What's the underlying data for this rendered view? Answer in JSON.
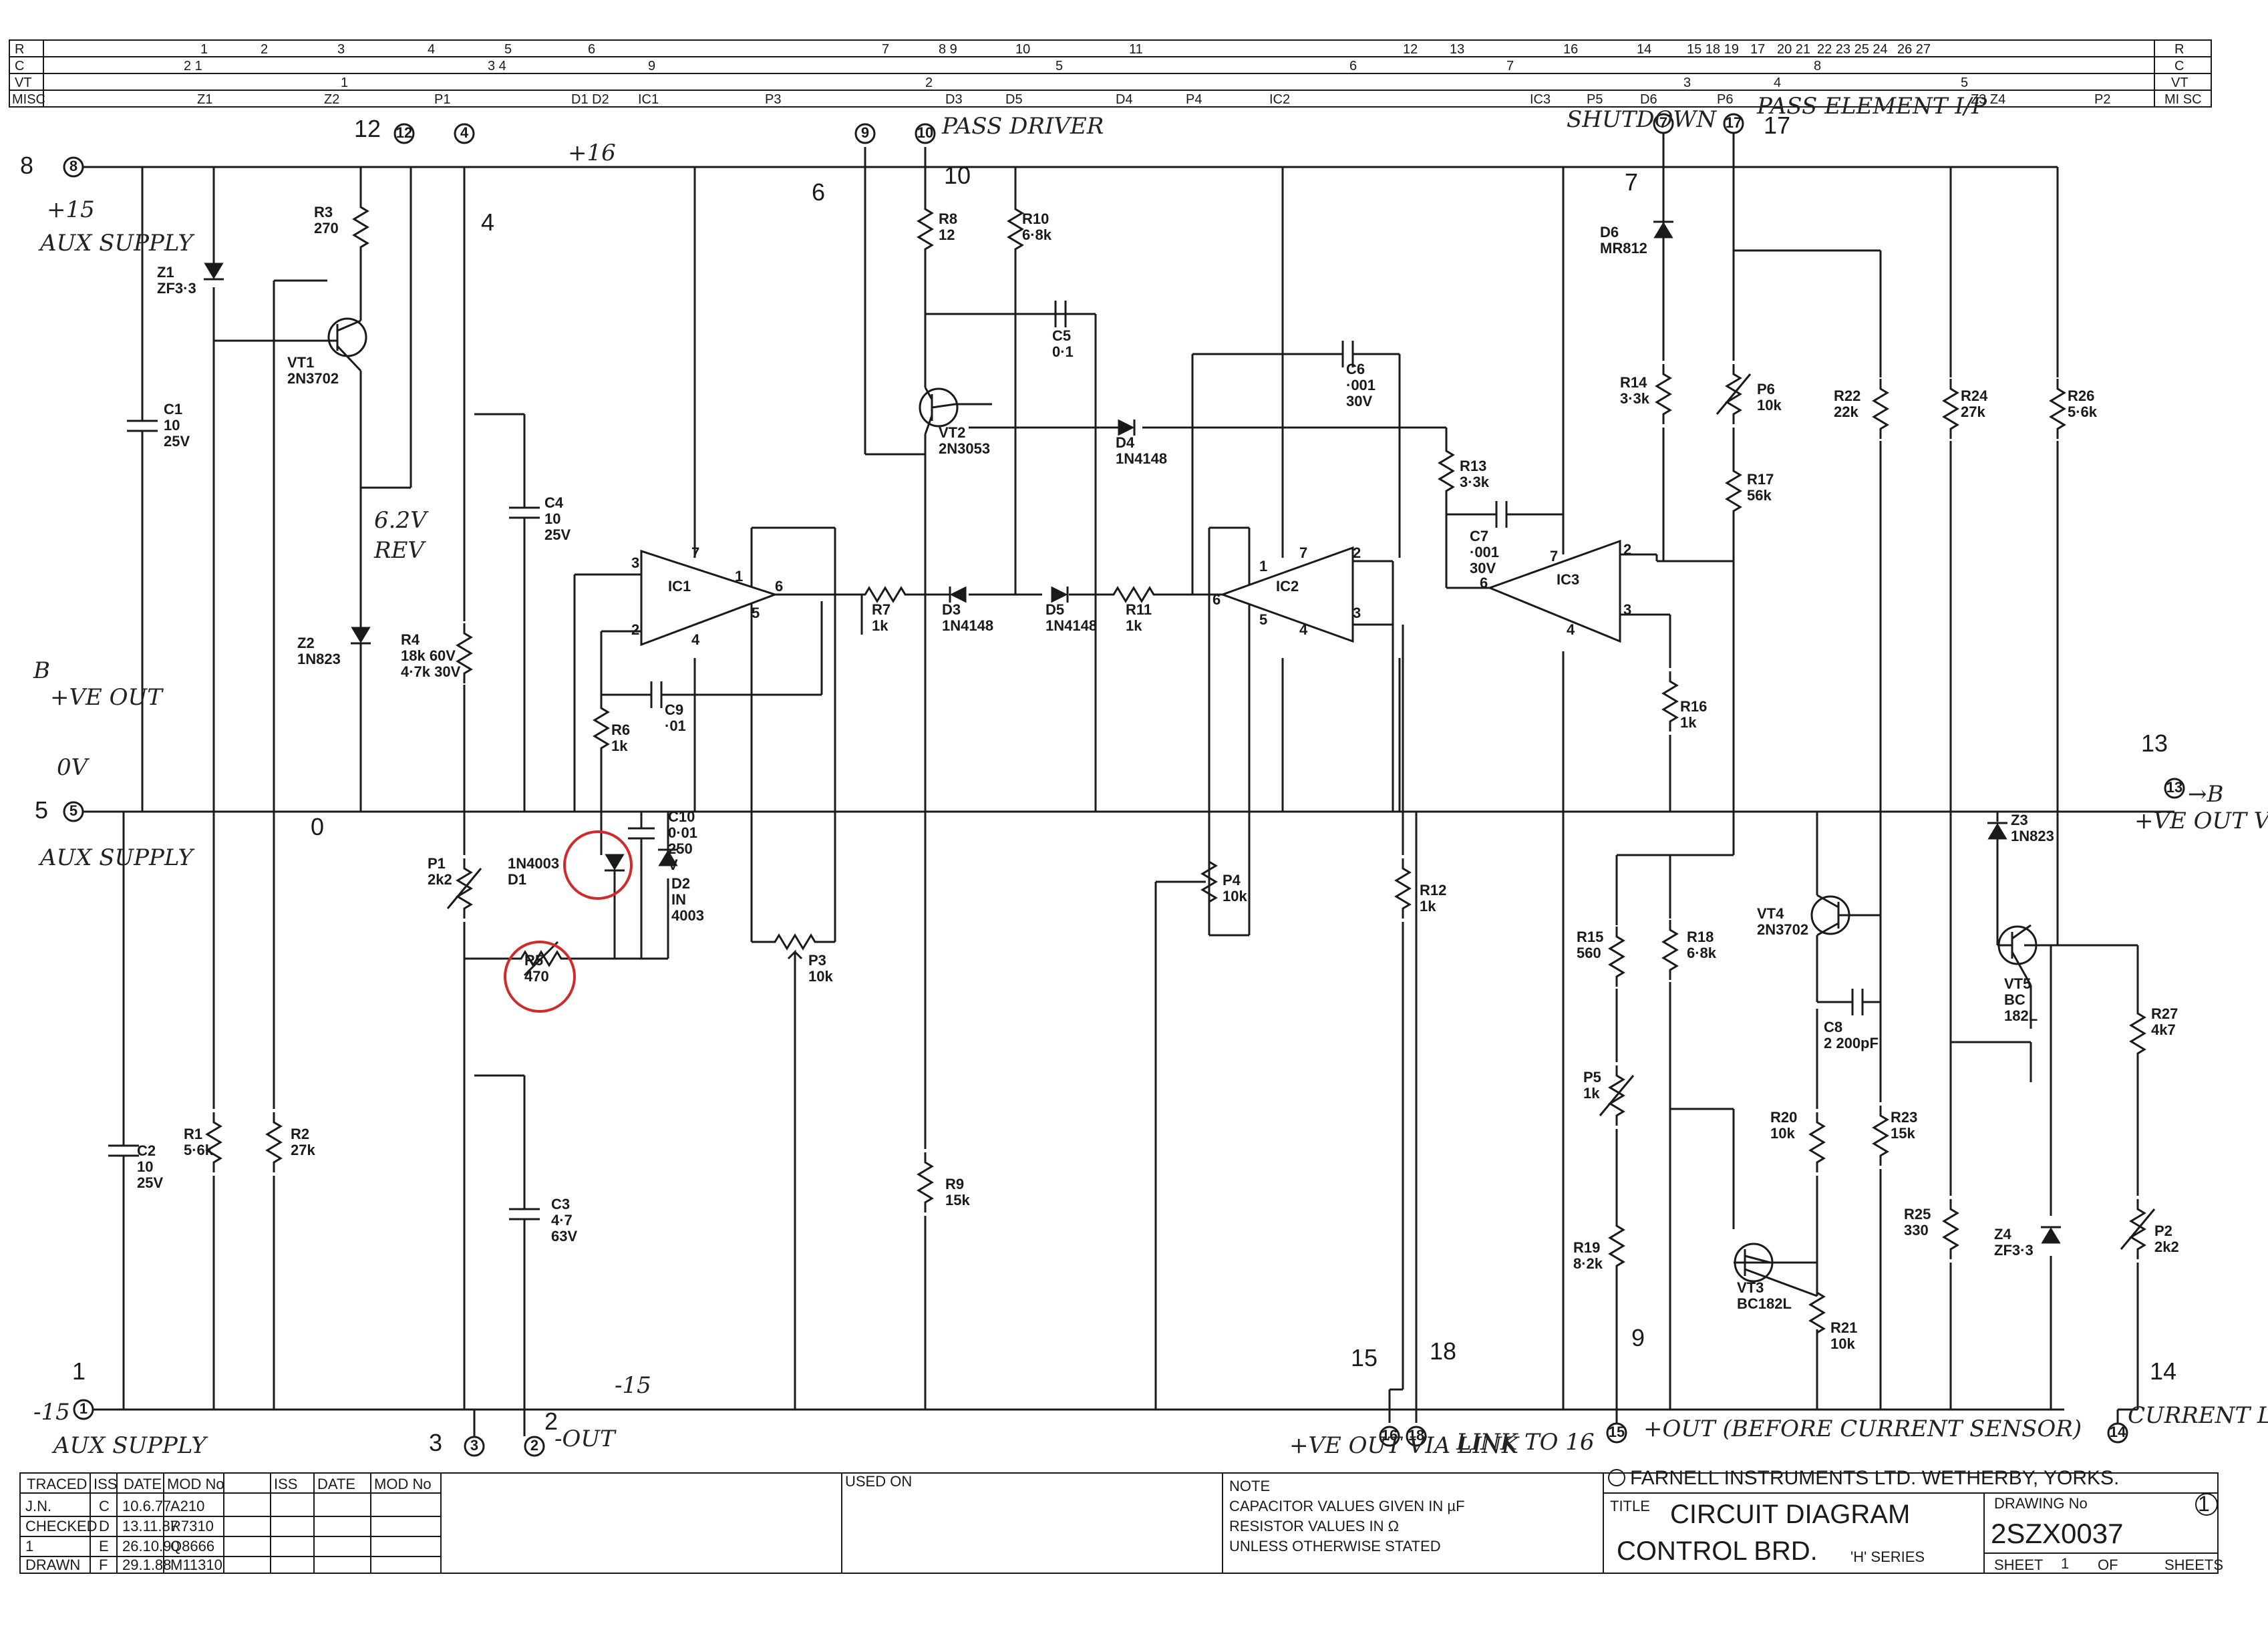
{
  "header": {
    "rows": [
      "R",
      "C",
      "VT",
      "MISC"
    ],
    "right_rows": [
      "R",
      "C",
      "VT",
      "MI SC"
    ],
    "r_refs": [
      "1",
      "2",
      "3",
      "4",
      "5",
      "6",
      "7",
      "8 9",
      "10",
      "11",
      "12",
      "13",
      "16",
      "14",
      "15 18 19",
      "17",
      "20 21",
      "22 23 25 24",
      "26 27"
    ],
    "c_refs": [
      "2 1",
      "3 4",
      "9",
      "5",
      "6",
      "7",
      "8"
    ],
    "vt_refs": [
      "1",
      "2",
      "3",
      "4",
      "5"
    ],
    "misc_refs": [
      "Z1",
      "Z2",
      "P1",
      "D1 D2",
      "IC1",
      "P3",
      "D3",
      "D5",
      "D4",
      "P4",
      "IC2",
      "IC3",
      "P5",
      "D6",
      "P6",
      "Z3 Z4",
      "P2"
    ]
  },
  "components": {
    "R3": [
      "R3",
      "270"
    ],
    "Z1": [
      "Z1",
      "ZF3·3"
    ],
    "VT1": [
      "VT1",
      "2N3702"
    ],
    "C1": [
      "C1",
      "10",
      "25V"
    ],
    "C4": [
      "C4",
      "10",
      "25V"
    ],
    "Z2": [
      "Z2",
      "1N823"
    ],
    "R4": [
      "R4",
      "18k 60V",
      "4·7k 30V"
    ],
    "R6": [
      "R6",
      "1k"
    ],
    "C9": [
      "C9",
      "·01"
    ],
    "C10": [
      "C10",
      "0·01",
      "250",
      "V"
    ],
    "D1": [
      "1N4003",
      "D1"
    ],
    "D2": [
      "D2",
      "IN",
      "4003"
    ],
    "P1": [
      "P1",
      "2k2"
    ],
    "R5": [
      "R5",
      "470"
    ],
    "R8": [
      "R8",
      "12"
    ],
    "R10": [
      "R10",
      "6·8k"
    ],
    "C5": [
      "C5",
      "0·1"
    ],
    "VT2": [
      "VT2",
      "2N3053"
    ],
    "D4": [
      "D4",
      "1N4148"
    ],
    "C6": [
      "C6",
      "·001",
      "30V"
    ],
    "R7": [
      "R7",
      "1k"
    ],
    "D3": [
      "D3",
      "1N4148"
    ],
    "D5": [
      "D5",
      "1N4148"
    ],
    "R11": [
      "R11",
      "1k"
    ],
    "P3": [
      "P3",
      "10k"
    ],
    "P4": [
      "P4",
      "10k"
    ],
    "R12": [
      "R12",
      "1k"
    ],
    "R9": [
      "R9",
      "15k"
    ],
    "R13": [
      "R13",
      "3·3k"
    ],
    "C7": [
      "C7",
      "·001",
      "30V"
    ],
    "D6": [
      "D6",
      "MR812"
    ],
    "R14": [
      "R14",
      "3·3k"
    ],
    "P6": [
      "P6",
      "10k"
    ],
    "R17": [
      "R17",
      "56k"
    ],
    "R22": [
      "R22",
      "22k"
    ],
    "R24": [
      "R24",
      "27k"
    ],
    "R26": [
      "R26",
      "5·6k"
    ],
    "R16": [
      "R16",
      "1k"
    ],
    "R15": [
      "R15",
      "560"
    ],
    "P5": [
      "P5",
      "1k"
    ],
    "R18": [
      "R18",
      "6·8k"
    ],
    "VT4": [
      "VT4",
      "2N3702"
    ],
    "C8": [
      "C8",
      "2 200pF"
    ],
    "R20": [
      "R20",
      "10k"
    ],
    "R23": [
      "R23",
      "15k"
    ],
    "R19": [
      "R19",
      "8·2k"
    ],
    "VT3": [
      "VT3",
      "BC182L"
    ],
    "R21": [
      "R21",
      "10k"
    ],
    "Z3": [
      "Z3",
      "1N823"
    ],
    "VT5": [
      "VT5",
      "BC",
      "182L"
    ],
    "R27": [
      "R27",
      "4k7"
    ],
    "R25": [
      "R25",
      "330"
    ],
    "Z4": [
      "Z4",
      "ZF3·3"
    ],
    "P2": [
      "P2",
      "2k2"
    ],
    "C2": [
      "C2",
      "10",
      "25V"
    ],
    "R1": [
      "R1",
      "5·6k"
    ],
    "R2": [
      "R2",
      "27k"
    ],
    "C3": [
      "C3",
      "4·7",
      "63V"
    ],
    "IC1": [
      "IC1"
    ],
    "IC2": [
      "IC2"
    ],
    "IC3": [
      "IC3"
    ]
  },
  "pin_numbers": {
    "ic1": [
      "3",
      "2",
      "7",
      "4",
      "1",
      "6",
      "5"
    ],
    "ic2": [
      "6",
      "5",
      "1",
      "7",
      "4",
      "2",
      "3"
    ],
    "ic3": [
      "6",
      "7",
      "4",
      "2",
      "3"
    ]
  },
  "terminals": [
    "8",
    "12",
    "4",
    "9",
    "10",
    "7",
    "17",
    "5",
    "13",
    "1",
    "3",
    "2",
    "16",
    "18",
    "15",
    "14"
  ],
  "node_labels_typed": {
    "n8": "8",
    "n12": "12",
    "n4": "4",
    "n6": "6",
    "n10": "10",
    "n7": "7",
    "n17": "17",
    "n5": "5",
    "n0": "0",
    "n13": "13",
    "n1": "1",
    "n3": "3",
    "n2": "2",
    "n15": "15",
    "n18": "18",
    "n9": "9",
    "n14": "14"
  },
  "annotations": {
    "plus15": "+15",
    "aux_supply_top": "AUX SUPPLY",
    "plus16": "+16",
    "pass_driver": "PASS DRIVER",
    "shutdown": "SHUTDOWN",
    "pass_element": "PASS ELEMENT I/P",
    "v62": "6.2V",
    "rev": "REV",
    "b_left": "B",
    "ve_out": "+VE OUT",
    "ov": "0V",
    "aux_supply_mid": "AUX SUPPLY",
    "minus15": "-15",
    "minus15_mid": "-15",
    "aux_supply_bot": "AUX SUPPLY",
    "minus_out": "-OUT",
    "ve_out_via_link_right": "+VE OUT VIA LINK",
    "arrow_b": "→B",
    "ve_out_via_link_bottom": "+VE OUT VIA LINK",
    "link_to_16": "LINK TO 16",
    "plus_out": "+OUT (BEFORE CURRENT SENSOR)",
    "current_limit": "CURRENT LIMIT POT"
  },
  "title_block": {
    "cols": [
      "TRACED",
      "ISS",
      "DATE",
      "MOD No",
      "ISS",
      "DATE",
      "MOD No"
    ],
    "rows": [
      [
        "J.N.",
        "C",
        "10.6.77",
        "A210"
      ],
      [
        "CHECKED",
        "D",
        "13.11.87",
        "R7310"
      ],
      [
        "1",
        "E",
        "26.10.90",
        "Q8666"
      ],
      [
        "DRAWN",
        "F",
        "29.1.88",
        "M11310"
      ]
    ],
    "used_on": "USED ON",
    "note_title": "NOTE",
    "note_lines": [
      "CAPACITOR VALUES GIVEN IN µF",
      "RESISTOR VALUES IN Ω",
      "UNLESS OTHERWISE STATED"
    ],
    "company": "FARNELL INSTRUMENTS LTD. WETHERBY, YORKS.",
    "title_label": "TITLE",
    "title1": "CIRCUIT DIAGRAM",
    "title2": "CONTROL BRD.",
    "series": "'H' SERIES",
    "drawing_no_label": "DRAWING No",
    "drawing_no": "2SZX0037",
    "sheet_label": "SHEET",
    "sheet_no": "1",
    "of_label": "OF",
    "sheets_label": "SHEETS",
    "issue_mark": "1"
  }
}
